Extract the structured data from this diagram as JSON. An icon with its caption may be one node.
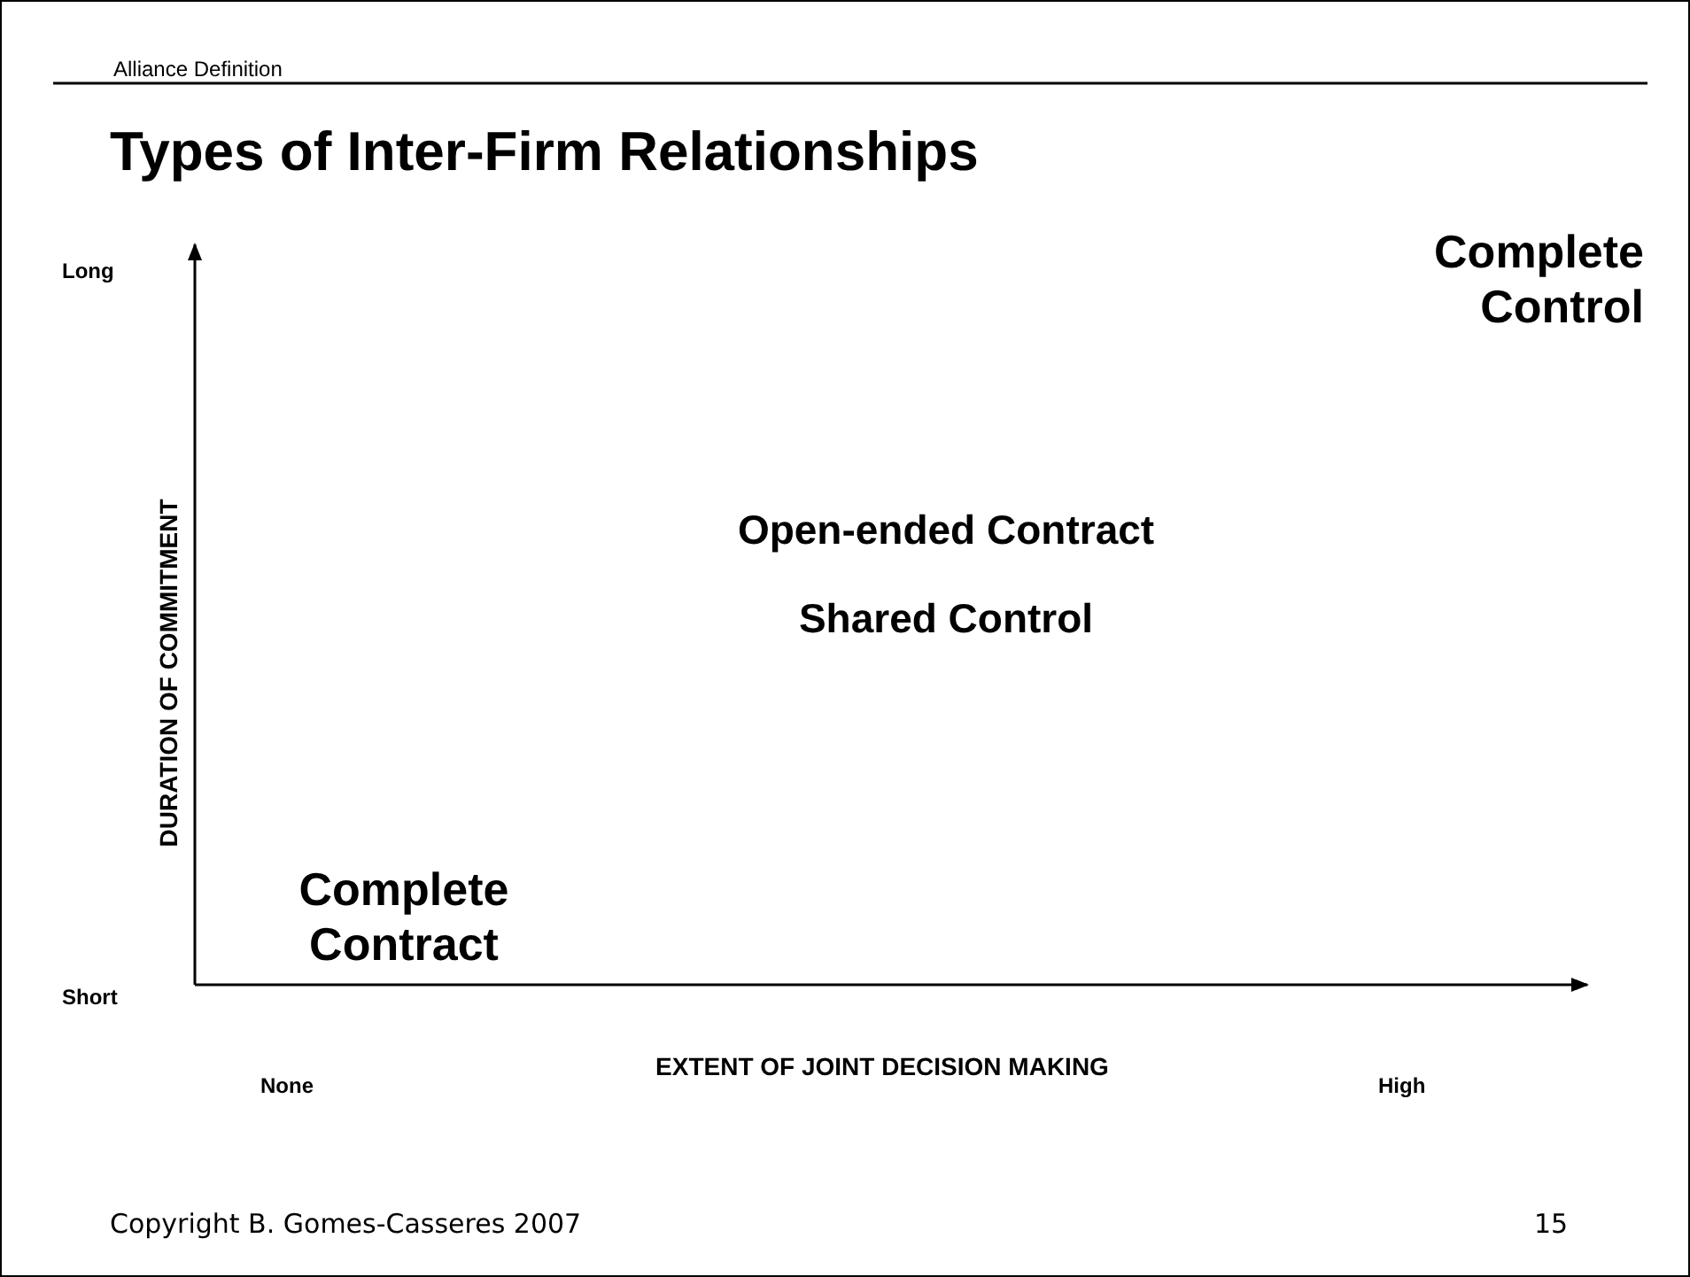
{
  "diagram": {
    "title": "Types of Inter-Firm Relationships",
    "labels": [
      "Alliance Definition",
      "Long",
      "DURATION OF COMMITMENT",
      "Short",
      "None",
      "EXTENT OF JOINT DECISION MAKING",
      "High",
      "Complete Control",
      "Open-ended Contract",
      "Shared Control",
      "Complete Contract",
      "Copyright B. Gomes-Casseres 2007",
      "15"
    ]
  }
}
